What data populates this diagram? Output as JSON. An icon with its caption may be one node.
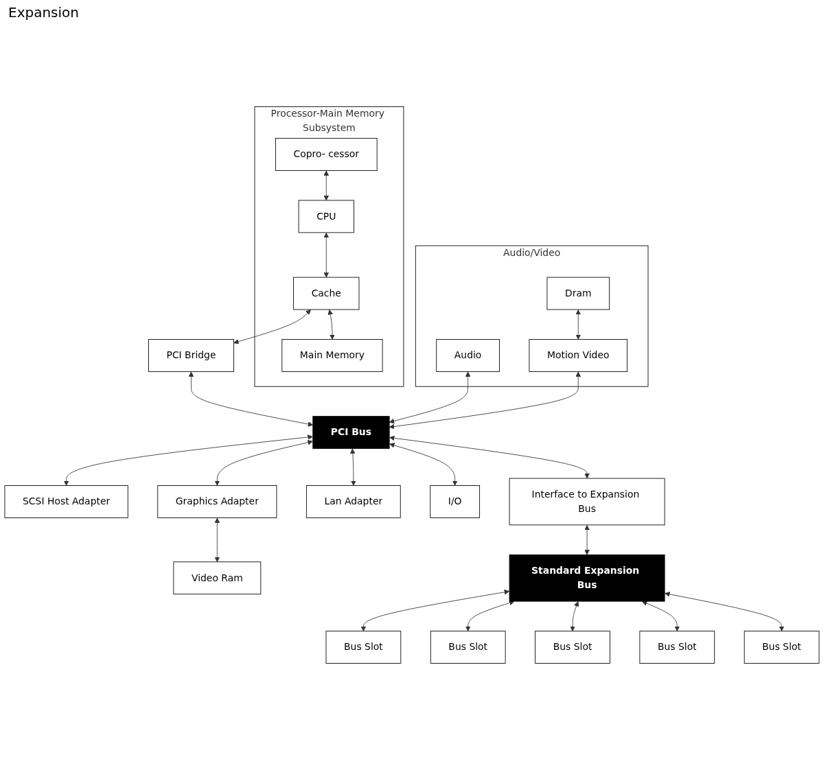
{
  "diagram": {
    "nodes": [
      {
        "text": [
          "Processor-Main Memory Subsystem"
        ]
      },
      {
        "text": [
          "Copro- cessor"
        ],
        "in": 0
      },
      {
        "text": [
          "CPU"
        ],
        "in": 0
      },
      {
        "text": [
          "Cache"
        ],
        "in": 0
      },
      {
        "text": [
          "Main Memory"
        ],
        "in": 0
      },
      {
        "text": [
          "PCI Bridge"
        ]
      },
      {
        "text": [
          "Audio/Video"
        ]
      },
      {
        "text": [
          "Dram"
        ],
        "in": 6
      },
      {
        "text": [
          "Motion Video"
        ],
        "in": 6
      },
      {
        "text": [
          "Audio"
        ],
        "in": 6
      },
      {
        "text": [
          "PCI Bus"
        ]
      },
      {
        "text": [
          "SCSI Host Adapter"
        ]
      },
      {
        "text": [
          "Interface to Expansion Bus"
        ]
      },
      {
        "text": [
          "Lan Adapter"
        ]
      },
      {
        "text": [
          "I/O"
        ]
      },
      {
        "text": [
          "Graphics Adapter"
        ]
      },
      {
        "text": [
          "Video Ram"
        ]
      },
      {
        "text": [
          "Standard Expansion Bus"
        ]
      },
      {
        "text": [
          "Bus Slot"
        ]
      },
      {
        "text": [
          "Bus Slot"
        ]
      },
      {
        "text": [
          "Bus Slot"
        ]
      },
      {
        "text": [
          "Bus Slot"
        ]
      },
      {
        "text": [
          "Bus Slot"
        ]
      }
    ],
    "edges": [
      {
        "from": 1,
        "to": 2,
        "arrow": "both"
      },
      {
        "from": 2,
        "to": 3,
        "arrow": "both"
      },
      {
        "from": 3,
        "to": 4,
        "arrow": "both"
      },
      {
        "from": 3,
        "to": 5,
        "arrow": "both"
      },
      {
        "from": 5,
        "to": 10,
        "arrow": "both"
      },
      {
        "from": 7,
        "to": 8,
        "arrow": "both"
      },
      {
        "from": 9,
        "to": 10,
        "arrow": "both"
      },
      {
        "from": 8,
        "to": 10,
        "arrow": "both"
      },
      {
        "from": 10,
        "to": 11,
        "arrow": "both"
      },
      {
        "from": 10,
        "to": 12,
        "arrow": "both"
      },
      {
        "from": 10,
        "to": 13,
        "arrow": "both"
      },
      {
        "from": 10,
        "to": 14,
        "arrow": "both"
      },
      {
        "from": 10,
        "to": 15,
        "arrow": "both"
      },
      {
        "from": 15,
        "to": 16,
        "arrow": "both"
      },
      {
        "from": 12,
        "to": 17,
        "arrow": "both"
      },
      {
        "from": 17,
        "to": 18,
        "arrow": "both"
      },
      {
        "from": 17,
        "to": 19,
        "arrow": "both"
      },
      {
        "from": 17,
        "to": 20,
        "arrow": "both"
      },
      {
        "from": 17,
        "to": 21,
        "arrow": "both"
      },
      {
        "from": 17,
        "to": 22,
        "arrow": "both"
      }
    ],
    "labels": [
      "Expansion"
    ]
  }
}
